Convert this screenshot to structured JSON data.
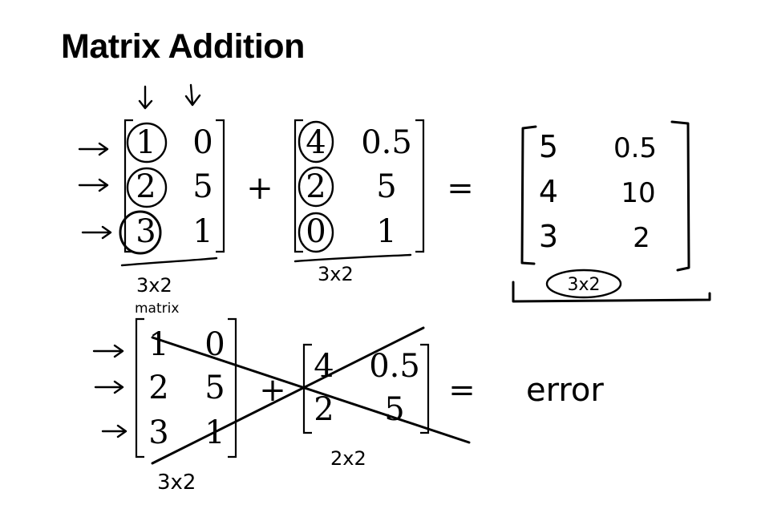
{
  "title": "Matrix Addition",
  "example_valid": {
    "matrix_a": [
      [
        "1",
        "0"
      ],
      [
        "2",
        "5"
      ],
      [
        "3",
        "1"
      ]
    ],
    "plus": "+",
    "matrix_b": [
      [
        "4",
        "0.5"
      ],
      [
        "2",
        "5"
      ],
      [
        "0",
        "1"
      ]
    ],
    "equals": "=",
    "result": [
      [
        "5",
        "0.5"
      ],
      [
        "4",
        "10"
      ],
      [
        "3",
        "2"
      ]
    ],
    "annotation_a_dim": "3x2",
    "annotation_a_word": "matrix",
    "annotation_b_dim": "3x2",
    "annotation_result_dim": "3x2"
  },
  "example_invalid": {
    "matrix_a": [
      [
        "1",
        "0"
      ],
      [
        "2",
        "5"
      ],
      [
        "3",
        "1"
      ]
    ],
    "plus": "+",
    "matrix_b": [
      [
        "4",
        "0.5"
      ],
      [
        "2",
        "5"
      ]
    ],
    "equals": "=",
    "result_text": "error",
    "annotation_a_dim": "3x2",
    "annotation_b_dim": "2x2"
  },
  "colors": {
    "ink": "#000000",
    "background": "#ffffff"
  }
}
